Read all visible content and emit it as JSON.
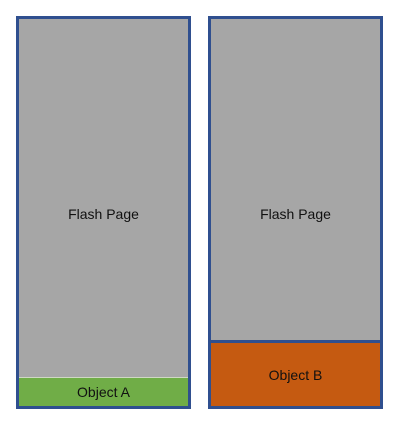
{
  "pages": [
    {
      "label": "Flash Page",
      "object_label": "Object A",
      "object_color": "#70ad47"
    },
    {
      "label": "Flash Page",
      "object_label": "Object B",
      "object_color": "#c55a11"
    }
  ],
  "colors": {
    "page_fill": "#a6a6a6",
    "page_border": "#2f4f8f"
  }
}
